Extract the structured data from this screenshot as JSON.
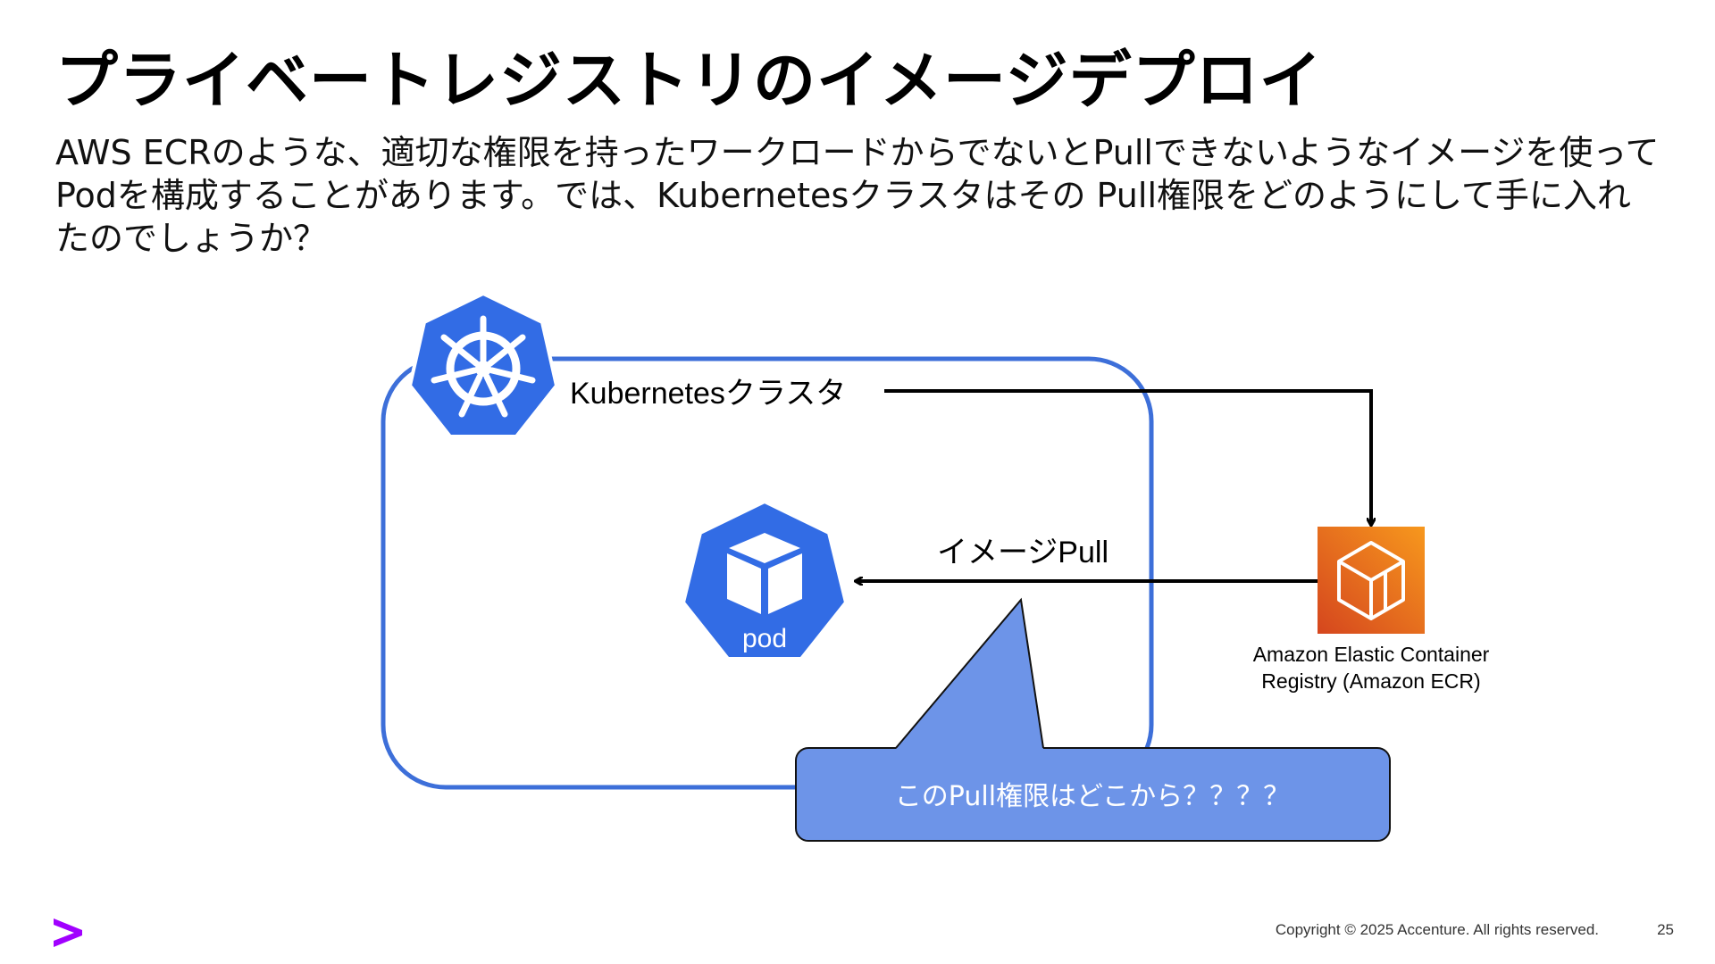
{
  "slide": {
    "title": "プライベートレジストリのイメージデプロイ",
    "body": "AWS ECRのような、適切な権限を持ったワークロードからでないとPullできないようなイメージを使ってPodを構成することがあります。では、Kubernetesクラスタはその Pull権限をどのようにして手に入れたのでしょうか？"
  },
  "diagram": {
    "cluster_label": "Kubernetesクラスタ",
    "pod_label": "pod",
    "pull_label": "イメージPull",
    "ecr_label_line1": "Amazon Elastic Container",
    "ecr_label_line2": "Registry (Amazon ECR)",
    "callout_text": "このPull権限はどこから？？？？",
    "icons": [
      "kubernetes-helm-icon",
      "pod-cube-icon",
      "ecr-container-icon",
      "accenture-logo-icon"
    ],
    "colors": {
      "kubernetes_blue": "#326ce5",
      "cluster_border": "#3d6fd9",
      "callout_fill": "#6d94e8",
      "ecr_gradient_start": "#f7981d",
      "ecr_gradient_end": "#d5461e",
      "accenture_purple": "#a100ff"
    }
  },
  "footer": {
    "copyright": "Copyright © 2025 Accenture. All rights reserved.",
    "page_number": "25"
  }
}
